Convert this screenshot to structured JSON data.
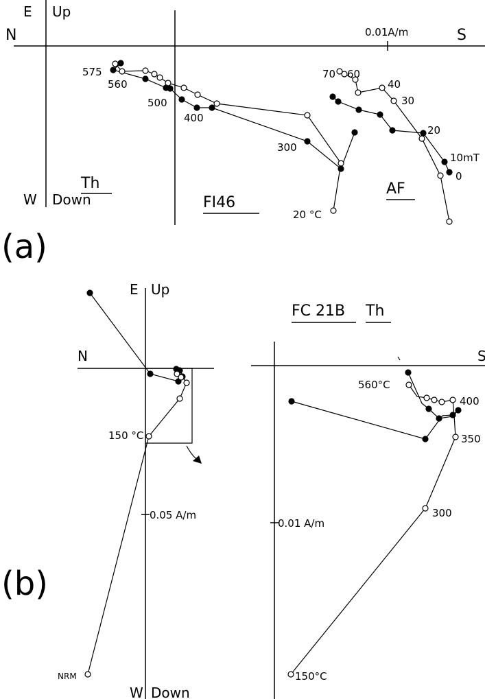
{
  "panel_a": {
    "label": "(a)",
    "axes": {
      "north": "N",
      "east": "E",
      "up": "Up",
      "south": "S",
      "west": "W",
      "down": "Down"
    },
    "scale": "0.01A/m",
    "sample": "FI46",
    "thermal_label": "Th",
    "af_label": "AF",
    "th_steps": [
      "575",
      "560",
      "500",
      "400",
      "300",
      "20 °C"
    ],
    "af_steps": [
      "70",
      "60",
      "40",
      "30",
      "20",
      "10mT",
      "0"
    ]
  },
  "panel_b": {
    "label": "(b)",
    "left": {
      "axes": {
        "east": "E",
        "up": "Up",
        "north": "N",
        "west": "W",
        "down": "Down"
      },
      "scale": "0.05 A/m",
      "steps": [
        "150 °C",
        "NRM"
      ]
    },
    "right": {
      "title": "FC 21B",
      "thermal_label": "Th",
      "axis_south": "S",
      "scale": "0.01 A/m",
      "steps": [
        "560°C",
        "400",
        "350",
        "300",
        "150°C"
      ]
    }
  }
}
